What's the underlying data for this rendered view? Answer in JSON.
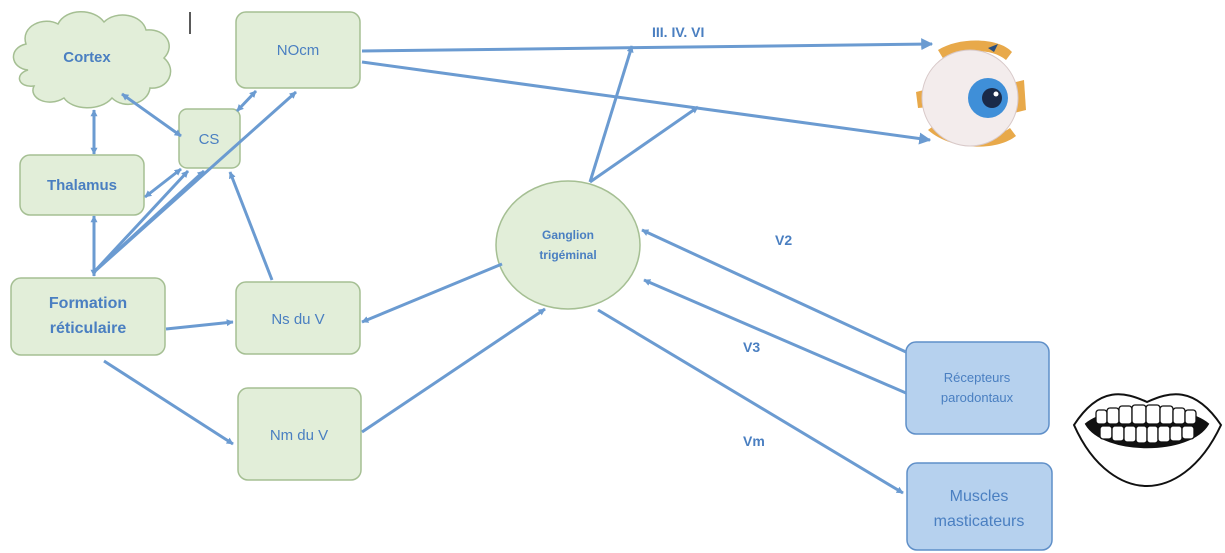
{
  "colors": {
    "green_fill": "#e2eed9",
    "green_stroke": "#a5bf93",
    "blue_fill": "#b6d1ee",
    "blue_stroke": "#5f8fc8",
    "arrow": "#6b9bd1",
    "text": "#4a7fc1"
  },
  "nodes": {
    "cortex": "Cortex",
    "thalamus": "Thalamus",
    "cs": "CS",
    "nocm": "NOcm",
    "formation_line1": "Formation",
    "formation_line2": "réticulaire",
    "ns_du_v": "Ns du V",
    "nm_du_v": "Nm du V",
    "ganglion_line1": "Ganglion",
    "ganglion_line2": "trigéminal",
    "recepteurs_line1": "Récepteurs",
    "recepteurs_line2": "parodontaux",
    "muscles_line1": "Muscles",
    "muscles_line2": "masticateurs"
  },
  "labels": {
    "nerves_eye": "III. IV. VI",
    "v2": "V2",
    "v3": "V3",
    "vm": "Vm"
  },
  "icons": {
    "eye": "eye-icon",
    "teeth": "teeth-icon"
  }
}
